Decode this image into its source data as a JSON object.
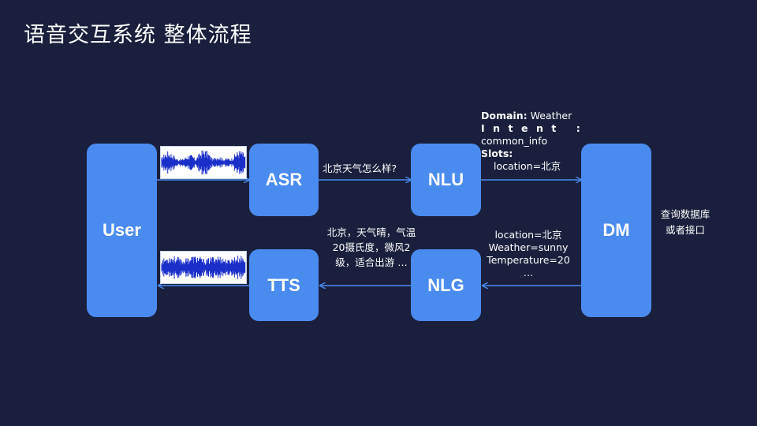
{
  "page": {
    "title": "语音交互系统 整体流程"
  },
  "nodes": {
    "user": "User",
    "asr": "ASR",
    "nlu": "NLU",
    "dm": "DM",
    "tts": "TTS",
    "nlg": "NLG"
  },
  "labels": {
    "asr_to_nlu": "北京天气怎么样?",
    "nlu_to_dm": {
      "domain_key": "Domain:",
      "domain_val": "Weather",
      "intent_key": "Intent :",
      "intent_val": "common_info",
      "slots_key": "Slots:",
      "slots_val": "location=北京"
    },
    "dm_side": [
      "查询数据库",
      "或者接口"
    ],
    "dm_to_nlg": [
      "location=北京",
      "Weather=sunny",
      "Temperature=20",
      "…"
    ],
    "nlg_to_tts": [
      "北京，天气晴，气温",
      "20摄氏度，微风2",
      "级，适合出游 …"
    ]
  },
  "colors": {
    "background": "#1a1f3d",
    "node": "#4a8bf0",
    "arrow": "#4a8bf0",
    "waveform": "#1a2fc9"
  },
  "icons": {
    "input_audio": "waveform-icon",
    "output_audio": "waveform-icon"
  }
}
